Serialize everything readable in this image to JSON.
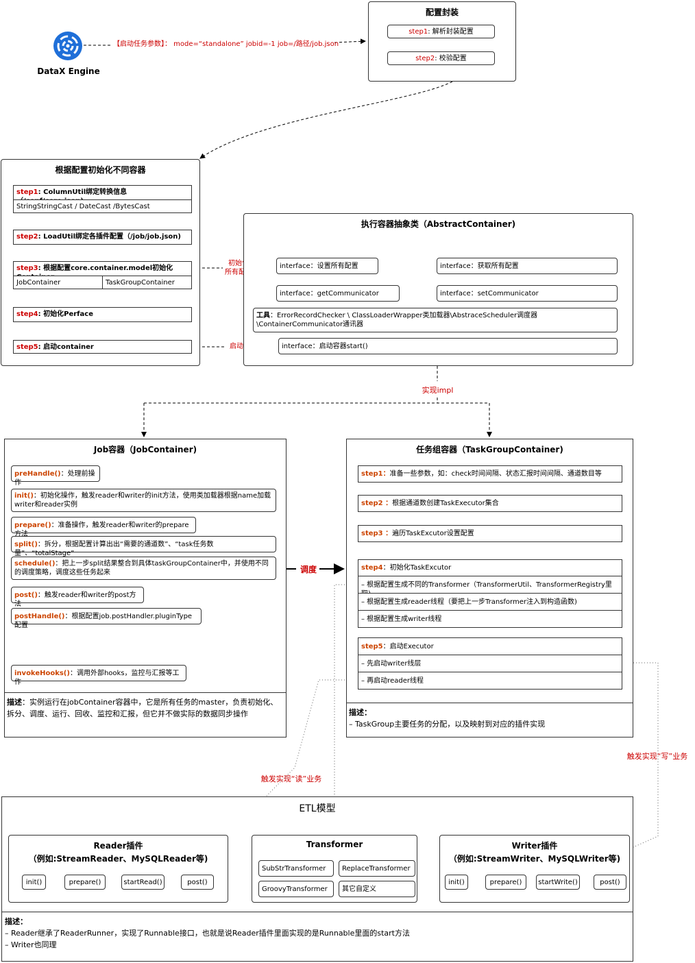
{
  "engine": {
    "label": "DataX Engine"
  },
  "launch_params": {
    "prefix": "【启动任务参数】",
    "text": "：  mode=“standalone”   jobid=-1 job=/路径/job.json"
  },
  "config": {
    "title": "配置封装",
    "step1": {
      "tag": "step1",
      "text": ": 解析封装配置"
    },
    "step2": {
      "tag": "step2",
      "text": ": 校验配置"
    }
  },
  "init_containers": {
    "title": "根据配置初始化不同容器",
    "step1": {
      "tag": "step1",
      "text": ": ColumnUtil绑定转换信息（/conf/core.json)",
      "sub": "StringStringCast / DateCast /BytesCast"
    },
    "step2": {
      "tag": "step2",
      "text": ": LoadUtil绑定各插件配置（/job/job.json)"
    },
    "step3": {
      "tag": "step3",
      "text": ": 根据配置core.container.model初始化Container",
      "sub1": "JobContainer",
      "sub2": "TaskGroupContainer"
    },
    "step4": {
      "tag": "step4",
      "text": ": 初始化Perface"
    },
    "step5": {
      "tag": "step5",
      "text": ": 启动container"
    }
  },
  "edge_labels": {
    "init_all_l1": "初始化",
    "init_all_l2": "所有配置",
    "start_container": "启动容器",
    "impl": "实现impl",
    "dispatch": "调度",
    "trigger_read": "触发实现“读”业务",
    "trigger_write": "触发实现“写”业务"
  },
  "abstract_container": {
    "title": "执行容器抽象类（AbstractContainer)",
    "if1": "interface：设置所有配置",
    "if2": "interface：获取所有配置",
    "if3": "interface：getCommunicator",
    "if4": "interface：setCommunicator",
    "tools_label": "工具",
    "tools_text": "：ErrorRecordChecker \\ ClassLoaderWrapper类加载器\\AbstraceScheduler调度器\\ContainerCommunicator通讯器",
    "if5": "interface：启动容器start()"
  },
  "job_container": {
    "title": "Job容器（JobContainer)",
    "items": [
      {
        "tag": "preHandle()",
        "text": "：处理前操作"
      },
      {
        "tag": "init()",
        "text": "：初始化操作，触发reader和writer的init方法，使用类加载器根据name加载writer和reader实例"
      },
      {
        "tag": "prepare()",
        "text": "：准备操作，触发reader和writer的prepare方法"
      },
      {
        "tag": "split()",
        "text": "：拆分，根据配置计算出出“需要的通道数”、“task任务数量”、“totalStage”"
      },
      {
        "tag": "schedule()",
        "text": "：把上一步split结果整合到具体taskGroupContainer中，并使用不同的调度策略，调度这些任务起来"
      },
      {
        "tag": "post()",
        "text": "：触发reader和writer的post方法"
      },
      {
        "tag": "postHandle()",
        "text": "：根据配置job.postHandler.pluginType配置"
      },
      {
        "tag": "invokeHooks()",
        "text": "：调用外部hooks，监控与汇报等工作"
      }
    ],
    "desc_label": "描述",
    "desc_text": "：实例运行在jobContainer容器中，它是所有任务的master，负责初始化、拆分、调度、运行、回收、监控和汇报，但它并不做实际的数据同步操作"
  },
  "taskgroup_container": {
    "title": "任务组容器（TaskGroupContainer)",
    "step1": {
      "tag": "step1：",
      "text": "准备一些参数，如：check时间间隔、状态汇报时间间隔、通道数目等"
    },
    "step2": {
      "tag": "step2 ：",
      "text": "根据通道数创建TaskExecutor集合"
    },
    "step3": {
      "tag": "step3 ：",
      "text": "遍历TaskExcutor设置配置"
    },
    "step4": {
      "tag": "step4",
      "text": "：初始化TaskExcutor",
      "rows": [
        "– 根据配置生成不同的Transformer（TransformerUtil、TransformerRegistry里取)",
        "– 根据配置生成reader线程（要把上一步Transformer注入到构造函数)",
        "– 根据配置生成writer线程"
      ]
    },
    "step5": {
      "tag": "step5",
      "text": "：启动Executor",
      "rows": [
        "– 先启动writer线层",
        "– 再启动reader线程"
      ]
    },
    "desc_label": "描述：",
    "desc_text": "– TaskGroup主要任务的分配，以及映射到对应的插件实现"
  },
  "etl": {
    "title": "ETL模型",
    "reader": {
      "title1": "Reader插件",
      "title2": "（例如:StreamReader、MySQLReader等)",
      "steps": [
        "init()",
        "prepare()",
        "startRead()",
        "post()"
      ]
    },
    "transformer": {
      "title": "Transformer",
      "items": [
        "SubStrTransformer",
        "ReplaceTransformer",
        "GroovyTransformer",
        "其它自定义"
      ]
    },
    "writer": {
      "title1": "Writer插件",
      "title2": "（例如:StreamWriter、MySQLWriter等)",
      "steps": [
        "init()",
        "prepare()",
        "startWrite()",
        "post()"
      ]
    },
    "desc_label": "描述：",
    "desc_lines": [
      "– Reader继承了ReaderRunner，实现了Runnable接口，也就是说Reader插件里面实现的是Runnable里面的start方法",
      "– Writer也同理"
    ]
  },
  "colors": {
    "accent_red": "#cc0000",
    "tag_orange": "#cc4400",
    "logo_blue": "#1f6fd8"
  }
}
